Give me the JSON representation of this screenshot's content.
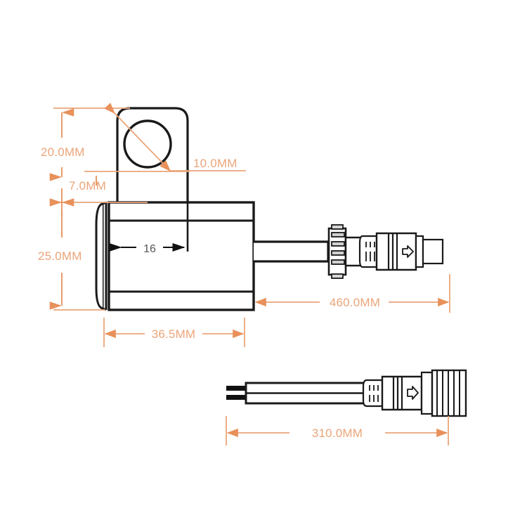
{
  "drawing": {
    "title": "Solenoid Lock Technical Dimension Drawing",
    "background_color": "#ffffff",
    "line_color": "#1a1a1a",
    "dimension_color": "#eaa579",
    "dimension_arrow_color": "#e8915a",
    "internal_dim_color": "#555555",
    "dimensions": {
      "height_total": "20.0MM",
      "height_gap": "7.0MM",
      "height_body": "25.0MM",
      "hole_diameter": "10.0MM",
      "body_width": "36.5MM",
      "cable_upper_length": "460.0MM",
      "cable_lower_length": "310.0MM",
      "inner_width": "16"
    },
    "components": {
      "lock_body_label": "lock-body",
      "mounting_tab_label": "mounting-tab",
      "mounting_hole_label": "mounting-hole",
      "upper_cable_label": "upper-cable-assembly",
      "lower_cable_label": "lower-cable-assembly",
      "female_connector_label": "female-connector",
      "male_connector_label": "male-connector",
      "coupling_nut_label": "coupling-nut",
      "wire_leads_label": "bare-wire-leads",
      "arrow_marking": "direction-arrow"
    }
  }
}
